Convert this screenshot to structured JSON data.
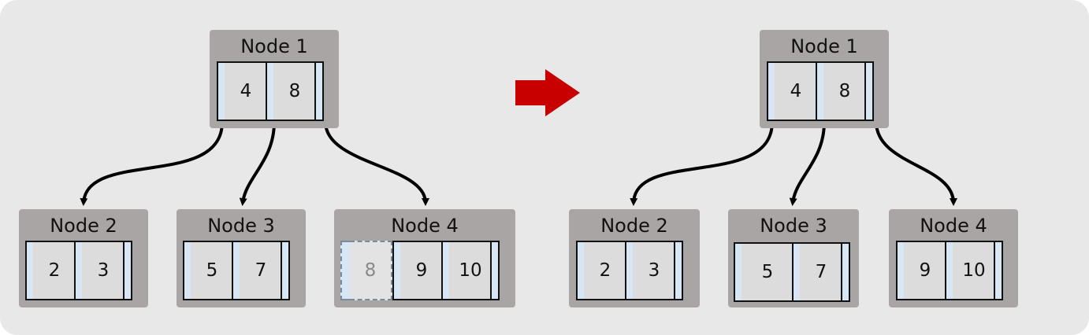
{
  "before": {
    "root": {
      "title": "Node 1",
      "keys": [
        "4",
        "8"
      ]
    },
    "children": [
      {
        "title": "Node 2",
        "keys": [
          "2",
          "3"
        ]
      },
      {
        "title": "Node 3",
        "keys": [
          "5",
          "7"
        ]
      },
      {
        "title": "Node 4",
        "moved_key": "8",
        "keys": [
          "9",
          "10"
        ]
      }
    ]
  },
  "after": {
    "root": {
      "title": "Node 1",
      "keys": [
        "4",
        "8"
      ]
    },
    "children": [
      {
        "title": "Node 2",
        "keys": [
          "2",
          "3"
        ]
      },
      {
        "title": "Node 3",
        "keys": [
          "5",
          "7"
        ]
      },
      {
        "title": "Node 4",
        "keys": [
          "9",
          "10"
        ]
      }
    ]
  },
  "colors": {
    "background": "#e8e8e8",
    "node_fill": "#a9a5a4",
    "key_fill": "#dcdcdc",
    "pointer_fill": "#d6e6f5",
    "transition_arrow": "#c80000"
  },
  "icons": {
    "transition": "right-arrow-icon"
  }
}
